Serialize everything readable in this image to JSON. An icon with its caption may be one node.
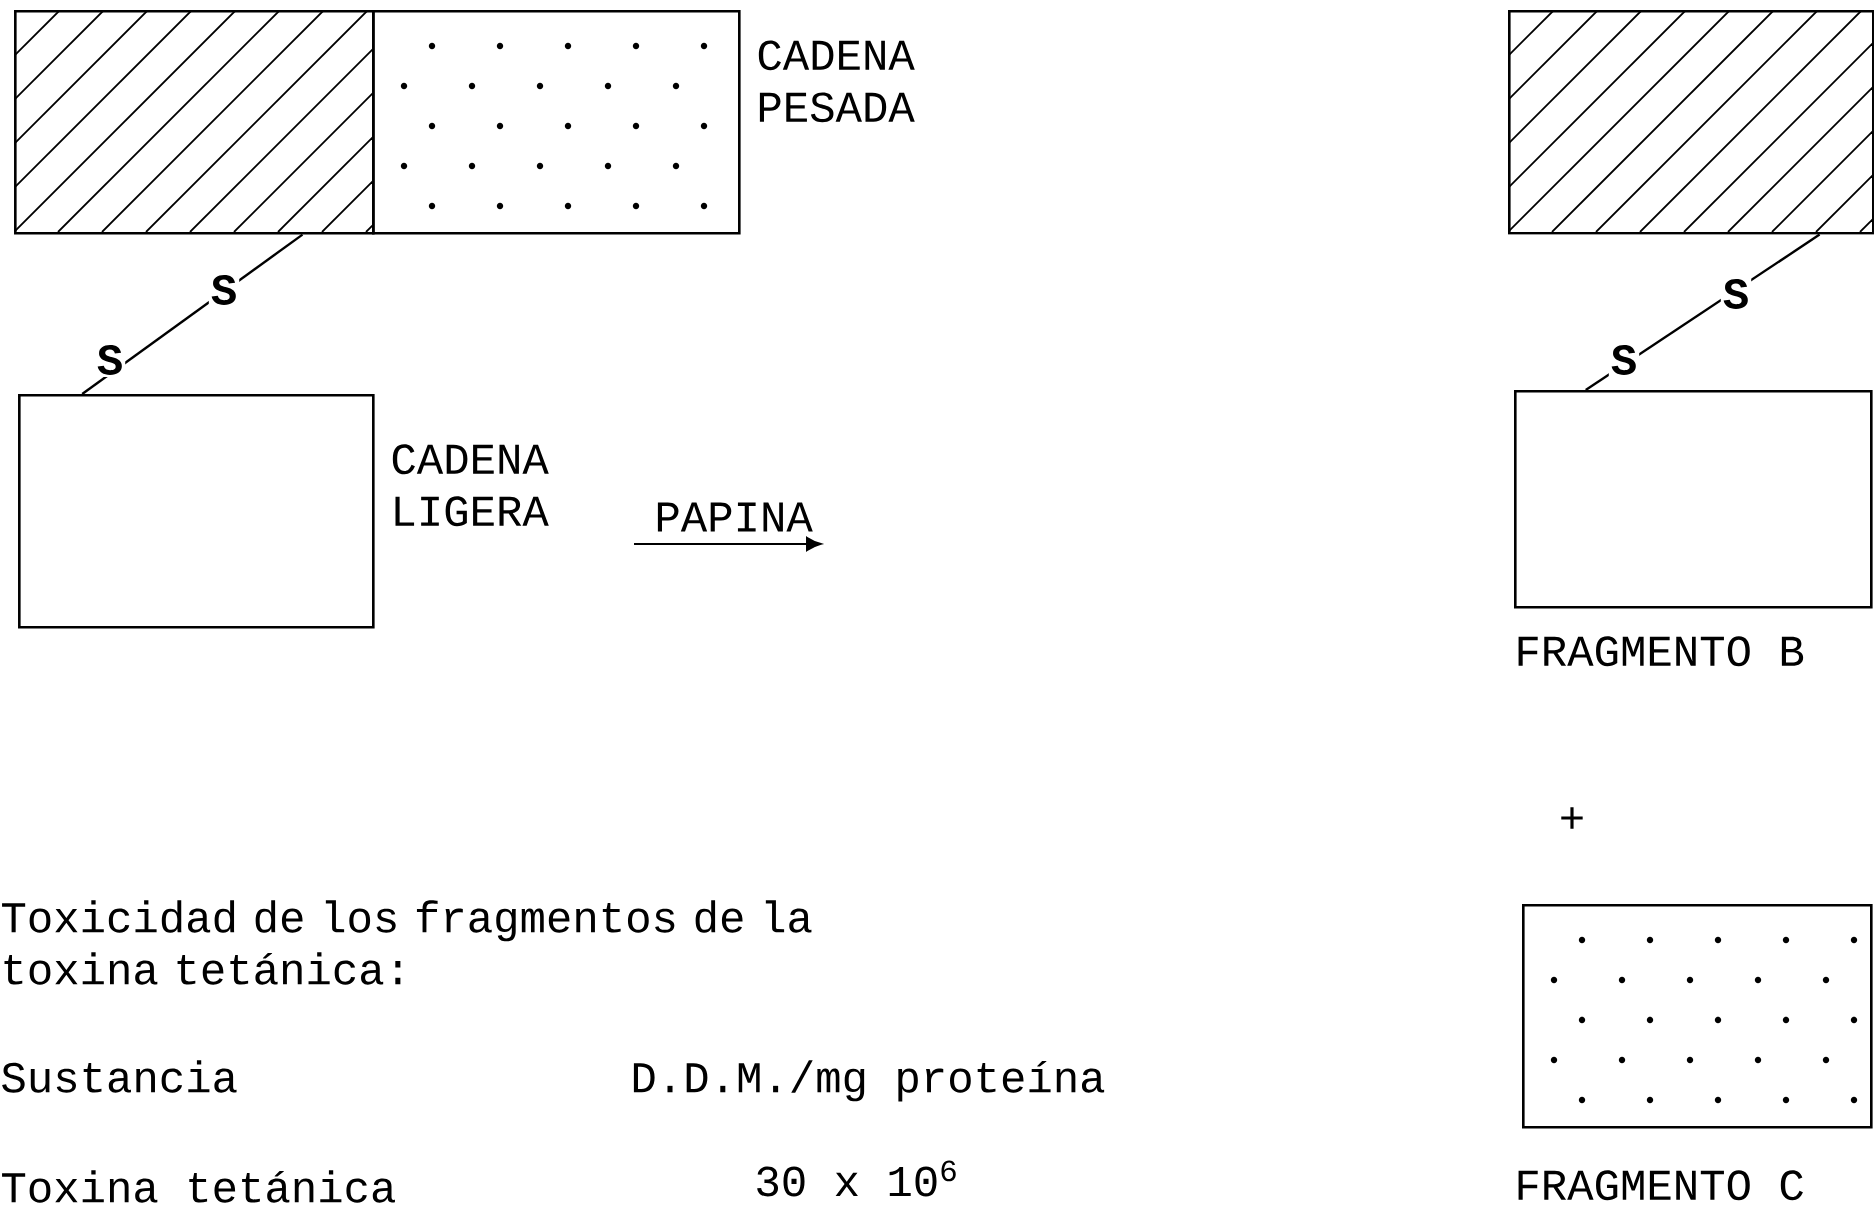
{
  "diagram": {
    "nodes": [
      {
        "text": [],
        "shape": "box"
      },
      {
        "text": [],
        "shape": "box",
        "beside": [
          "CADENA PESADA"
        ]
      },
      {
        "text": [],
        "shape": "box",
        "beside": [
          "CADENA LIGERA"
        ]
      },
      {
        "text": [],
        "shape": "box"
      },
      {
        "text": [],
        "shape": "box",
        "beside": [
          "FRAGMENTO B"
        ]
      },
      {
        "text": [],
        "shape": "box",
        "beside": [
          "FRAGMENTO C"
        ]
      }
    ],
    "edges": [
      {
        "from": 0,
        "to": 2,
        "arrow": "none"
      },
      {
        "from": 3,
        "to": 4,
        "arrow": "none"
      }
    ],
    "labels": [
      "S",
      "S",
      "S",
      "S",
      "PAPINA",
      "+",
      "Toxicidad de los fragmentos de la toxina tetánica:",
      "Sustancia",
      "D.D.M./mg proteína",
      "Toxina tetánica",
      "30 x 10$^{6}$"
    ]
  }
}
